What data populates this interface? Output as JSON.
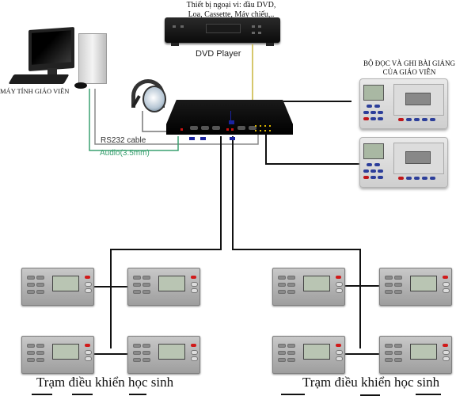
{
  "diagram": {
    "type": "language-lab-system",
    "labels": {
      "peripherals": "Thiết bị ngoại vi: đầu DVD,",
      "peripherals_line2": "Loa, Cassette, Máy chiếu,..",
      "dvd_player": "DVD Player",
      "teacher_pc": "MÁY TÍNH GIÁO VIÊN",
      "rs232": "RS232 cable",
      "audio": "Audio(3.5mm)",
      "recorder_title_line1": "BỘ ĐỌC VÀ GHI BÀI GIẢNG",
      "recorder_title_line2": "CỦA GIÁO VIÊN",
      "student_group_left": "Trạm điều khiển học sinh",
      "student_group_right": "Trạm điều khiển học sinh"
    },
    "nodes": [
      {
        "id": "dvd",
        "name": "DVD Player"
      },
      {
        "id": "pc",
        "name": "Teacher computer"
      },
      {
        "id": "headset",
        "name": "Headset"
      },
      {
        "id": "controller",
        "name": "Central controller"
      },
      {
        "id": "recorder1",
        "name": "Teacher recorder 1"
      },
      {
        "id": "recorder2",
        "name": "Teacher recorder 2"
      },
      {
        "id": "student_left",
        "count": 4
      },
      {
        "id": "student_right",
        "count": 4
      }
    ],
    "connections": [
      {
        "from": "dvd",
        "to": "controller",
        "color": "#c8b43a"
      },
      {
        "from": "pc",
        "to": "controller",
        "label": "RS232 cable",
        "color": "#8a8a8a"
      },
      {
        "from": "pc",
        "to": "controller",
        "label": "Audio(3.5mm)",
        "color": "#3aa070"
      },
      {
        "from": "headset",
        "to": "controller",
        "color": "#777777"
      },
      {
        "from": "controller",
        "to": "recorder1",
        "color": "#111111"
      },
      {
        "from": "controller",
        "to": "recorder2",
        "color": "#111111"
      },
      {
        "from": "controller",
        "to": "student_left",
        "color": "#111111"
      },
      {
        "from": "controller",
        "to": "student_right",
        "color": "#111111"
      }
    ],
    "colors": {
      "audio": "#3aa070",
      "rs232": "#8a8a8a",
      "dvd_cable": "#c8b43a",
      "port_blue": "#1a23a0"
    }
  }
}
